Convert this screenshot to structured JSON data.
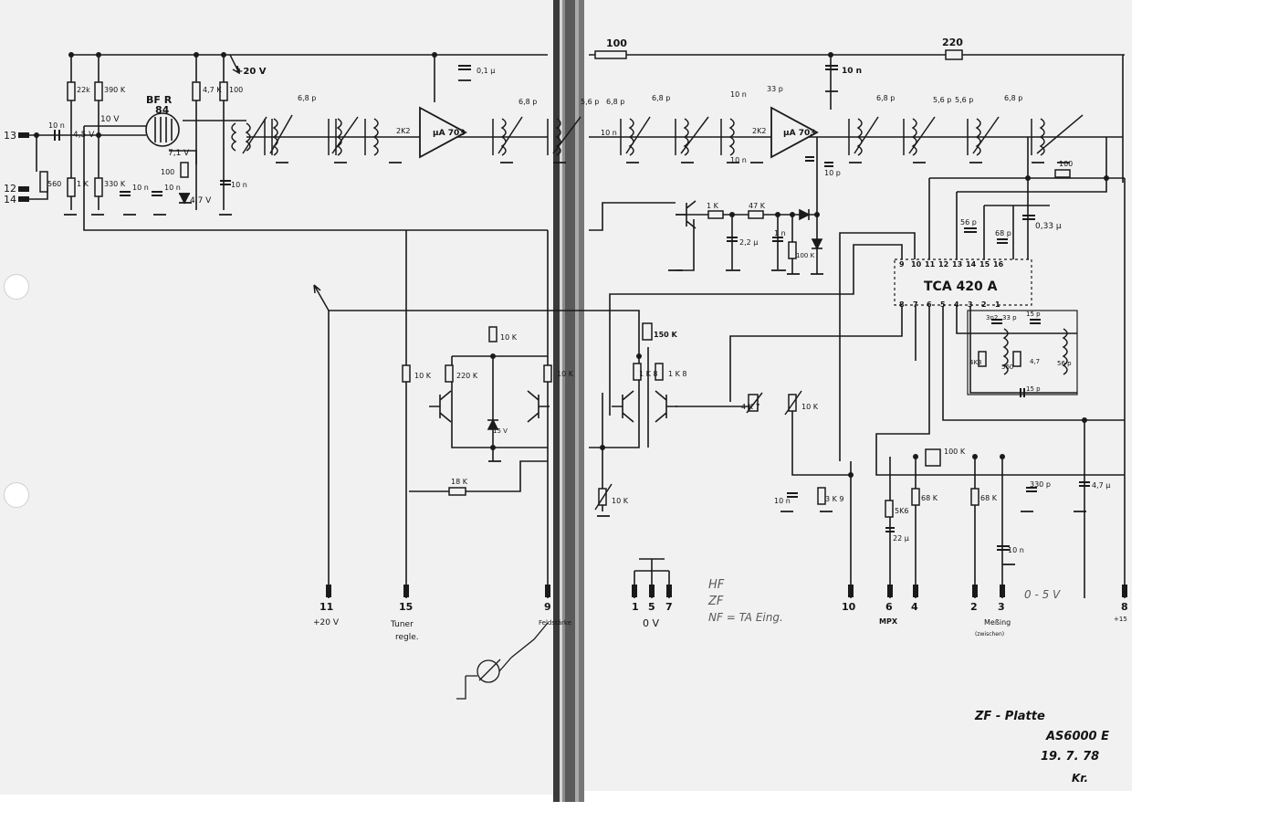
{
  "title": {
    "line1": "ZF - Platte",
    "line2": "AS6000 E",
    "date": "19. 7. 78",
    "signature": "Kr."
  },
  "terminals": {
    "t13": "13",
    "t12": "12",
    "t14": "14",
    "t11": "11",
    "t11_note": "+20 V",
    "t15": "15",
    "t15_note_1": "Tuner",
    "t15_note_2": "regle.",
    "t9": "9",
    "t9_note": "Feldstärke",
    "t1": "1",
    "t5": "5",
    "t7": "7",
    "ov_note": "0 V",
    "t10": "10",
    "t6": "6",
    "t4": "4",
    "mpx_note": "MPX",
    "t2": "2",
    "t3": "3",
    "t3_note_1": "Meßing",
    "t3_note_2": "(zwischen)",
    "t8": "8",
    "t8_note": "+15"
  },
  "notes": {
    "hf": "HF",
    "zf": "ZF",
    "nf": "NF = TA Eing.",
    "range": "0 - 5 V"
  },
  "ics": {
    "ic1": "μA 703",
    "ic2": "μA 703",
    "ic3": "TCA 420 A",
    "ic3_pins_top": [
      "9",
      "10",
      "11",
      "12",
      "13",
      "14",
      "15",
      "16"
    ],
    "ic3_pins_bottom": [
      "8",
      "7",
      "6",
      "5",
      "4",
      "3",
      "2",
      "1"
    ]
  },
  "transistor": {
    "name_1": "BF R",
    "name_2": "84"
  },
  "voltages": {
    "v1": "+20 V",
    "v2": "10 V",
    "v3": "4,5 V",
    "v4": "7,1 V",
    "v5": "4,7 V"
  },
  "parts": {
    "r_100_top": "100",
    "r_220_top": "220",
    "r_22k": "22k",
    "r_390k": "390 K",
    "r_4k7": "4,7 K",
    "r_100": "100",
    "c_10n_a": "10 n",
    "c_6p8_a": "6,8 p",
    "c_2k2_a": "2K2",
    "c_6p8_b": "6,8 p",
    "c_5p6": "5,6 p",
    "c_6p8_c": "6,8 p",
    "c_6p8_d": "6,8 p",
    "c_10n_b": "10 n",
    "c_33p": "33 p",
    "c_2k2_b": "2K2",
    "c_10n_c": "10 n",
    "c_10p": "10 p",
    "c_6p8_e": "6,8 p",
    "c_5p6_b": "5,6 p",
    "c_5p6_c": "5,6 p",
    "c_6p8_f": "6,8 p",
    "c_0u1": "0,1 μ",
    "c_10n_d": "10 n",
    "c_10n_e": "10 n",
    "r_560": "560",
    "r_1k": "1 K",
    "r_330k": "330 K",
    "c_10n_f": "10 n",
    "r_100_b": "100",
    "c_10n_g": "10 n",
    "r_1k_b": "1 K",
    "r_47k": "47 K",
    "c_2u2": "2,2 μ",
    "c_1n": "1 n",
    "r_100k": "100 K",
    "c_56p": "56 p",
    "c_68p": "68 p",
    "c_0u33": "0,33 μ",
    "r_100_c": "100",
    "r_10k_a": "10 K",
    "r_220k": "220 K",
    "r_10k_b": "10 K",
    "z_15v": "15 V",
    "r_10k_c": "10 K",
    "r_150k": "150 K",
    "r_1k8_a": "1 K 8",
    "r_1k8_b": "1 K 8",
    "p_4k7": "4 K 7",
    "p_10k_a": "10 K",
    "p_10k_b": "10 K",
    "r_18k": "18 K",
    "c_10n_h": "10 n",
    "r_3k9": "3 K 9",
    "c_3n2": "3n2",
    "c_33p_b": "33 p",
    "c_15p": "15 p",
    "r_4k3": "4K3",
    "r_560_b": "560",
    "c_15p_b": "15 p",
    "r_4k7_b": "4,7",
    "c_56p_b": "56 p",
    "p_100k": "100 K",
    "r_5k6": "5K6",
    "c_22u": "22 μ",
    "r_68k_a": "68 K",
    "r_68k_b": "68 K",
    "c_330p": "330 p",
    "c_10n_i": "10 n",
    "c_4u7": "4,7 μ"
  }
}
